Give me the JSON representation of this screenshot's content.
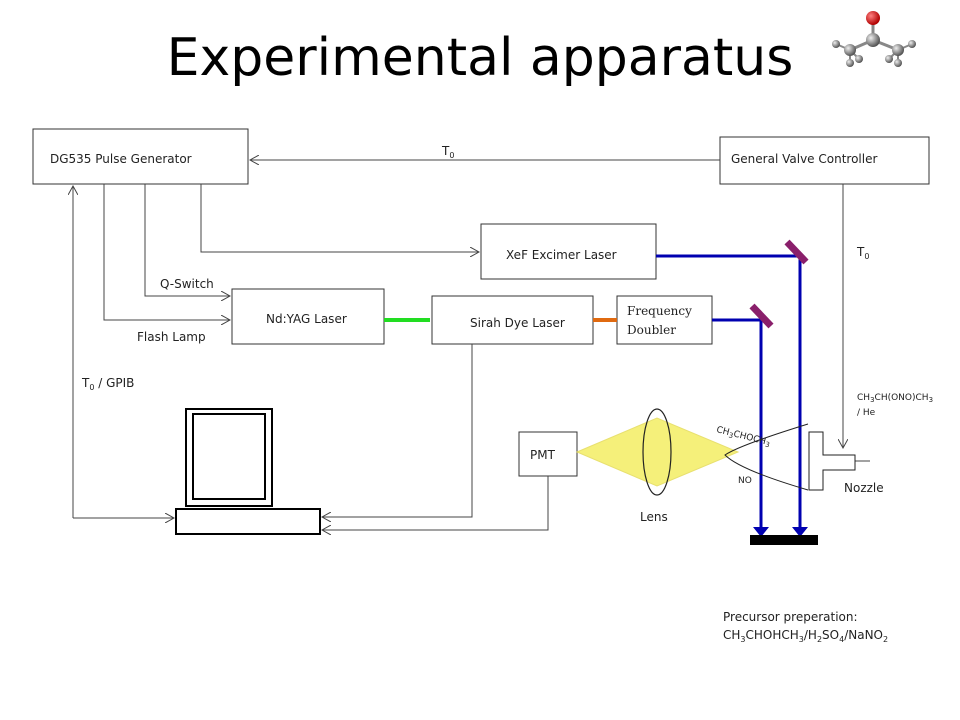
{
  "title": "Experimental apparatus",
  "blocks": {
    "pulse_generator": "DG535 Pulse Generator",
    "valve_controller": "General Valve Controller",
    "excimer": "XeF Excimer Laser",
    "ndyag": "Nd:YAG Laser",
    "dye": "Sirah Dye Laser",
    "doubler_line1": "Frequency",
    "doubler_line2": "Doubler",
    "pmt": "PMT"
  },
  "labels": {
    "t0_top_main": "T",
    "t0_top_sub": "0",
    "t0_right_main": "T",
    "t0_right_sub": "0",
    "qswitch": "Q-Switch",
    "flashlamp": "Flash Lamp",
    "t0_gpib_main": "T",
    "t0_gpib_sub": "0",
    "t0_gpib_rest": " / GPIB",
    "lens": "Lens",
    "nozzle": "Nozzle",
    "no": "NO",
    "ch3_a": "CH",
    "ch3_a_sub": "3",
    "choch": "CHOCH",
    "ch3_b_sub": "3",
    "gas_l1_a": "CH",
    "gas_l1_sub1": "3",
    "gas_l1_b": "CH(ONO)CH",
    "gas_l1_sub2": "3",
    "gas_l2": "/  He",
    "precursor_title": "Precursor preperation:",
    "prec_a": "CH",
    "prec_s1": "3",
    "prec_b": "CHOHCH",
    "prec_s2": "3",
    "prec_c": "/H",
    "prec_s3": "2",
    "prec_d": "SO",
    "prec_s4": "4",
    "prec_e": "/NaNO",
    "prec_s5": "2"
  },
  "colors": {
    "uv_beam": "#0000b0",
    "green_beam": "#22dd22",
    "orange_beam": "#e06a10",
    "mirror": "#8a1f6b",
    "fluorescence": "#f5f07a",
    "molecule_oxygen": "#e00000",
    "molecule_carbon": "#777777"
  },
  "icons": [
    "computer-monitor-icon",
    "keyboard-icon",
    "acetone-molecule-icon",
    "mirror-icon",
    "lens-icon"
  ]
}
